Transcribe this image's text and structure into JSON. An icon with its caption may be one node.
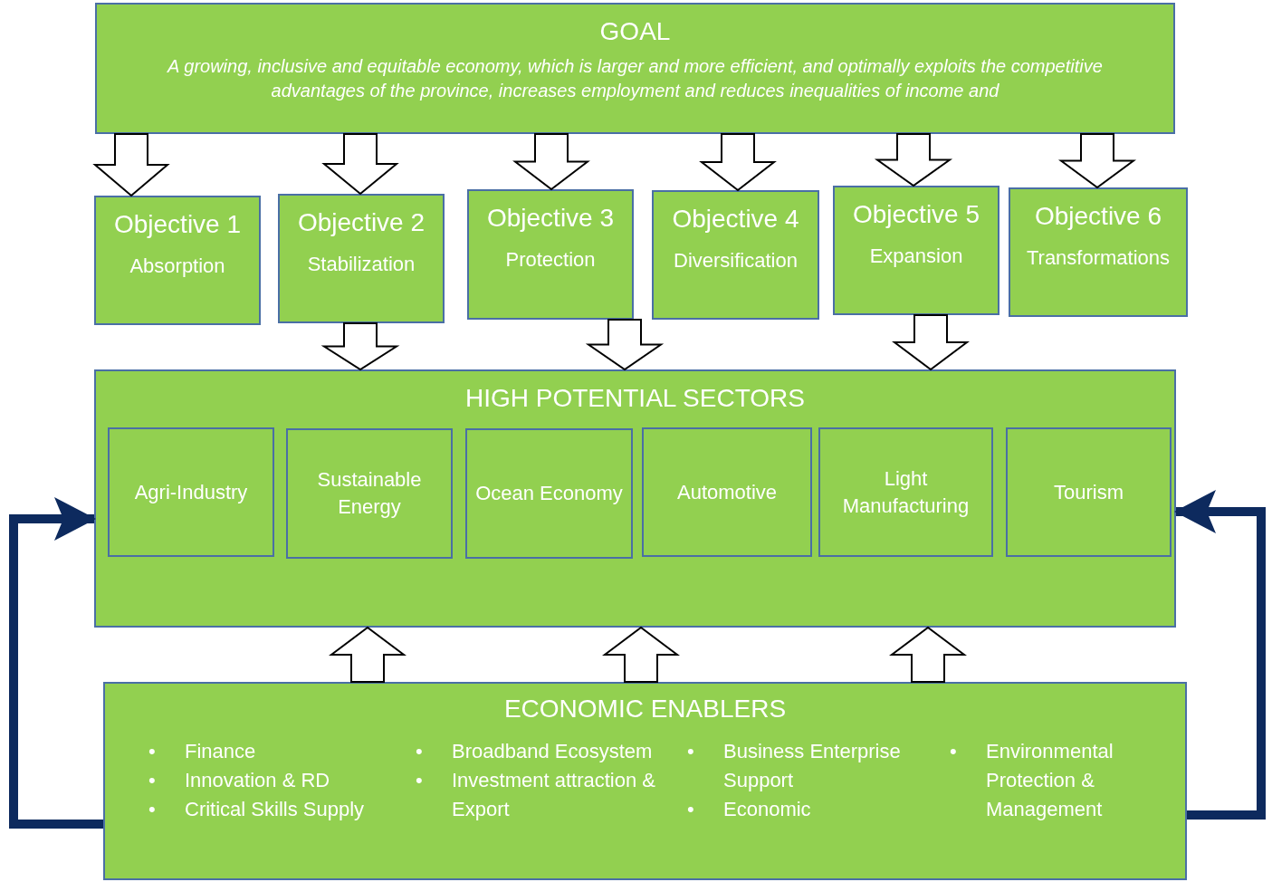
{
  "diagram": {
    "nodes": [
      {
        "text": [
          "GOAL",
          "A growing, inclusive and equitable economy, which is larger and more efficient, and optimally exploits the competitive advantages of the province, increases employment and reduces inequalities of income and"
        ]
      },
      {
        "text": [
          "Objective 1",
          "Absorption"
        ]
      },
      {
        "text": [
          "Objective 2",
          "Stabilization"
        ]
      },
      {
        "text": [
          "Objective 3",
          "Protection"
        ]
      },
      {
        "text": [
          "Objective 4",
          "Diversification"
        ]
      },
      {
        "text": [
          "Objective 5",
          "Expansion"
        ]
      },
      {
        "text": [
          "Objective 6",
          "Transformations"
        ]
      },
      {
        "text": [
          "HIGH POTENTIAL SECTORS"
        ]
      },
      {
        "text": [
          "Agri-Industry"
        ],
        "in": 7
      },
      {
        "text": [
          "Sustainable Energy"
        ],
        "in": 7
      },
      {
        "text": [
          "Ocean Economy"
        ],
        "in": 7
      },
      {
        "text": [
          "Automotive"
        ],
        "in": 7
      },
      {
        "text": [
          "Light Manufacturing"
        ],
        "in": 7
      },
      {
        "text": [
          "Tourism"
        ],
        "in": 7
      },
      {
        "text": [
          "ECONOMIC ENABLERS",
          "Finance",
          "Innovation & RD",
          "Critical Skills Supply",
          "Broadband Ecosystem",
          "Investment attraction & Export",
          "Business Enterprise Support",
          "Economic",
          "Environmental Protection & Management"
        ]
      }
    ],
    "edges": [
      {
        "from": 0,
        "to": 1,
        "arrow": "to"
      },
      {
        "from": 0,
        "to": 2,
        "arrow": "to"
      },
      {
        "from": 0,
        "to": 3,
        "arrow": "to"
      },
      {
        "from": 0,
        "to": 4,
        "arrow": "to"
      },
      {
        "from": 0,
        "to": 5,
        "arrow": "to"
      },
      {
        "from": 0,
        "to": 6,
        "arrow": "to"
      },
      {
        "from": 2,
        "to": 7,
        "arrow": "to"
      },
      {
        "from": 3,
        "to": 7,
        "arrow": "to"
      },
      {
        "from": 5,
        "to": 7,
        "arrow": "to"
      },
      {
        "from": 14,
        "to": 7,
        "arrow": "to"
      },
      {
        "from": 14,
        "to": 7,
        "arrow": "to"
      },
      {
        "from": 14,
        "to": 7,
        "arrow": "to"
      },
      {
        "from": 14,
        "to": 7,
        "arrow": "to",
        "color": "#0d2a5e"
      },
      {
        "from": 14,
        "to": 7,
        "arrow": "to",
        "color": "#0d2a5e"
      }
    ],
    "labels": [
      "•",
      "•",
      "•",
      "•",
      "•",
      "•",
      "•",
      "•"
    ]
  }
}
